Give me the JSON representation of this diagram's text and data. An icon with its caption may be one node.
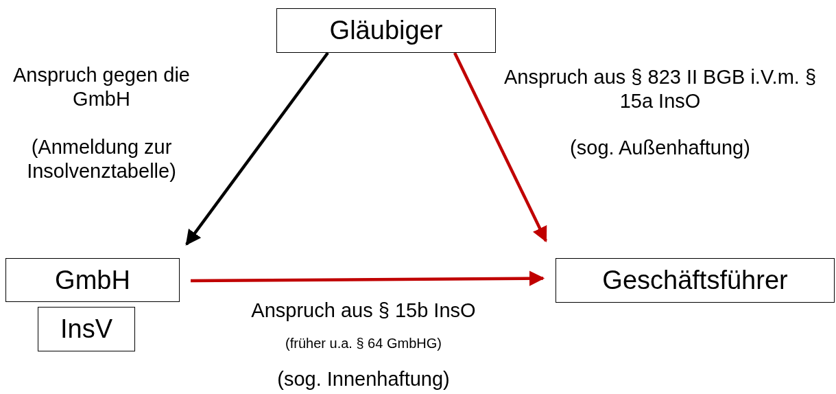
{
  "diagram": {
    "nodes": [
      {
        "text": [
          "Gläubiger"
        ]
      },
      {
        "text": [
          "GmbH"
        ]
      },
      {
        "text": [
          "InsV"
        ]
      },
      {
        "text": [
          "Geschäftsführer"
        ]
      }
    ],
    "edges": [
      {
        "from": 0,
        "to": 1,
        "arrow": "to",
        "color": "#000000"
      },
      {
        "from": 0,
        "to": 3,
        "arrow": "to"
      },
      {
        "from": 1,
        "to": 3,
        "arrow": "to"
      }
    ],
    "labels": [
      "Anspruch gegen die GmbH",
      "(Anmeldung zur Insolvenztabelle)",
      "Anspruch aus § 823 II BGB i.V.m. § 15a InsO",
      "(sog. Außenhaftung)",
      "Anspruch aus § 15b InsO",
      "(früher u.a. § 64 GmbHG)",
      "(sog. Innenhaftung)"
    ]
  }
}
